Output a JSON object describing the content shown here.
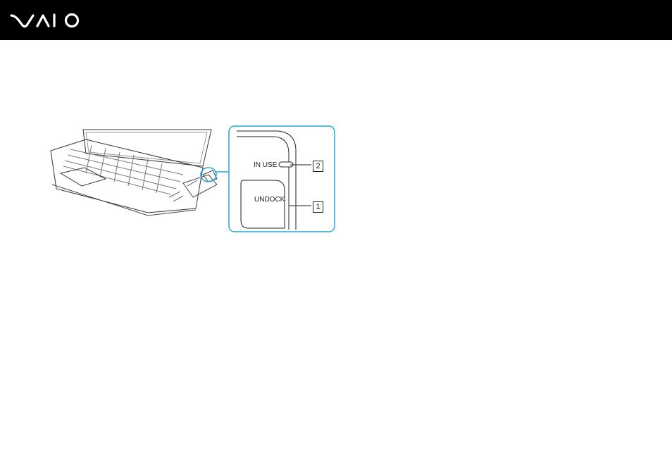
{
  "colors": {
    "header_bg": "#000000",
    "logo": "#ffffff",
    "callout": "#29a6d8"
  },
  "figure": {
    "in_use_label": "IN USE",
    "undock_label": "UNDOCK",
    "callout_1": "1",
    "callout_2": "2"
  }
}
